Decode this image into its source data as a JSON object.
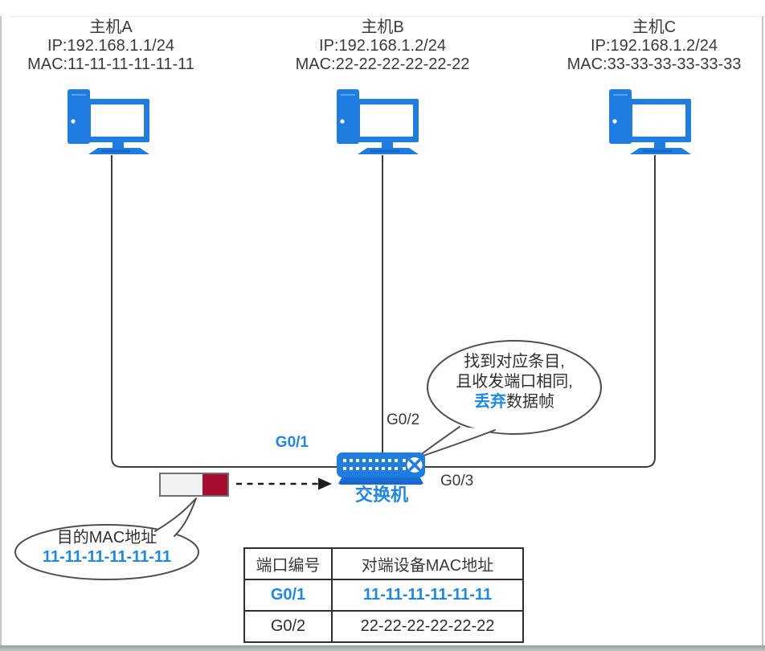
{
  "colors": {
    "accent_blue": "#1e87e8",
    "device_blue": "#1f7ce0",
    "frame_red": "#a60d2e",
    "frame_gray": "#f1f1f1",
    "line_dark": "#3e3e3e"
  },
  "hosts": [
    {
      "name": "主机A",
      "ip": "IP:192.168.1.1/24",
      "mac": "MAC:11-11-11-11-11-11"
    },
    {
      "name": "主机B",
      "ip": "IP:192.168.1.2/24",
      "mac": "MAC:22-22-22-22-22-22"
    },
    {
      "name": "主机C",
      "ip": "IP:192.168.1.2/24",
      "mac": "MAC:33-33-33-33-33-33"
    }
  ],
  "switch": {
    "label": "交换机"
  },
  "ports": {
    "g01": "G0/1",
    "g02": "G0/2",
    "g03": "G0/3"
  },
  "bubble_switch": {
    "line1": "找到对应条目,",
    "line2": "且收发端口相同,",
    "line3_highlight": "丢弃",
    "line3_rest": "数据帧"
  },
  "bubble_frame": {
    "line1": "目的MAC地址",
    "line2": "11-11-11-11-11-11"
  },
  "mac_table": {
    "headers": [
      "端口编号",
      "对端设备MAC地址"
    ],
    "rows": [
      {
        "port": "G0/1",
        "mac": "11-11-11-11-11-11",
        "highlight": true
      },
      {
        "port": "G0/2",
        "mac": "22-22-22-22-22-22",
        "highlight": false
      }
    ]
  },
  "icons": {
    "host": "desktop-computer-icon",
    "switch": "network-switch-icon",
    "arrow": "dashed-right-arrow"
  }
}
